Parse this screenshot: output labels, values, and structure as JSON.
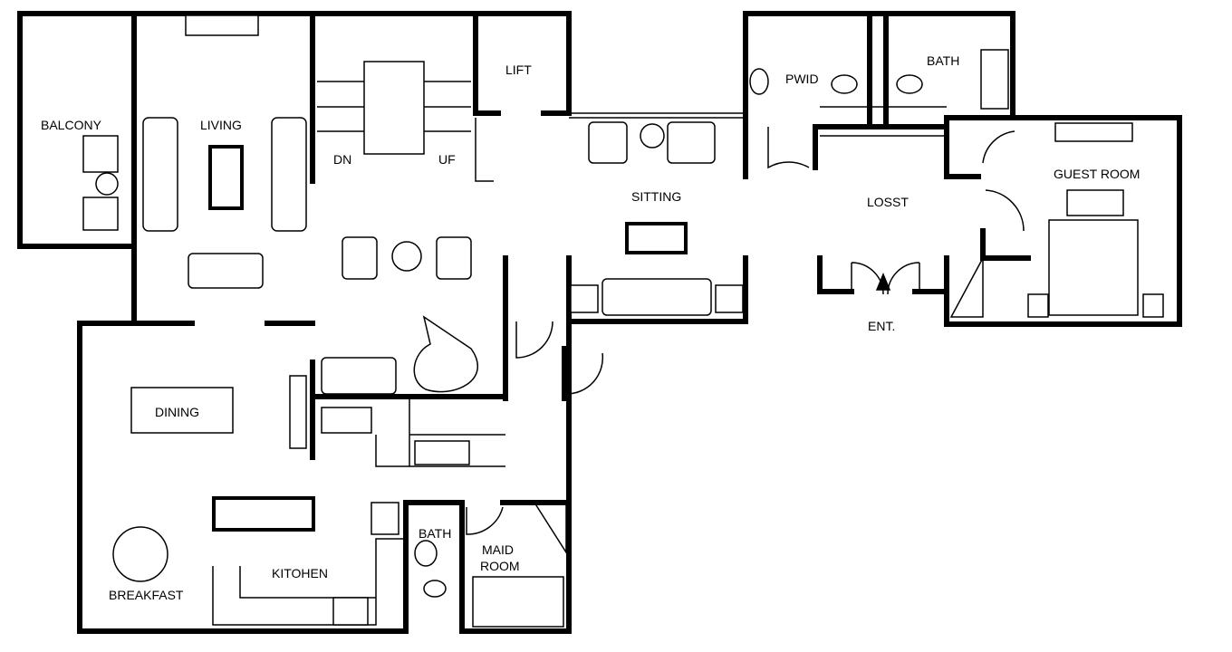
{
  "rooms": {
    "balcony": "BALCONY",
    "living": "LIVING",
    "stair_down": "DN",
    "stair_up": "UF",
    "lift": "LIFT",
    "sitting": "SITTING",
    "pwd": "PWID",
    "bath_upper": "BATH",
    "guest_room": "GUEST ROOM",
    "lobby": "LOSST",
    "entrance": "ENT.",
    "dining": "DINING",
    "kitchen": "KITOHEN",
    "breakfast": "BREAKFAST",
    "bath_maid": "BATH",
    "maid_room_line1": "MAID",
    "maid_room_line2": "ROOM"
  }
}
